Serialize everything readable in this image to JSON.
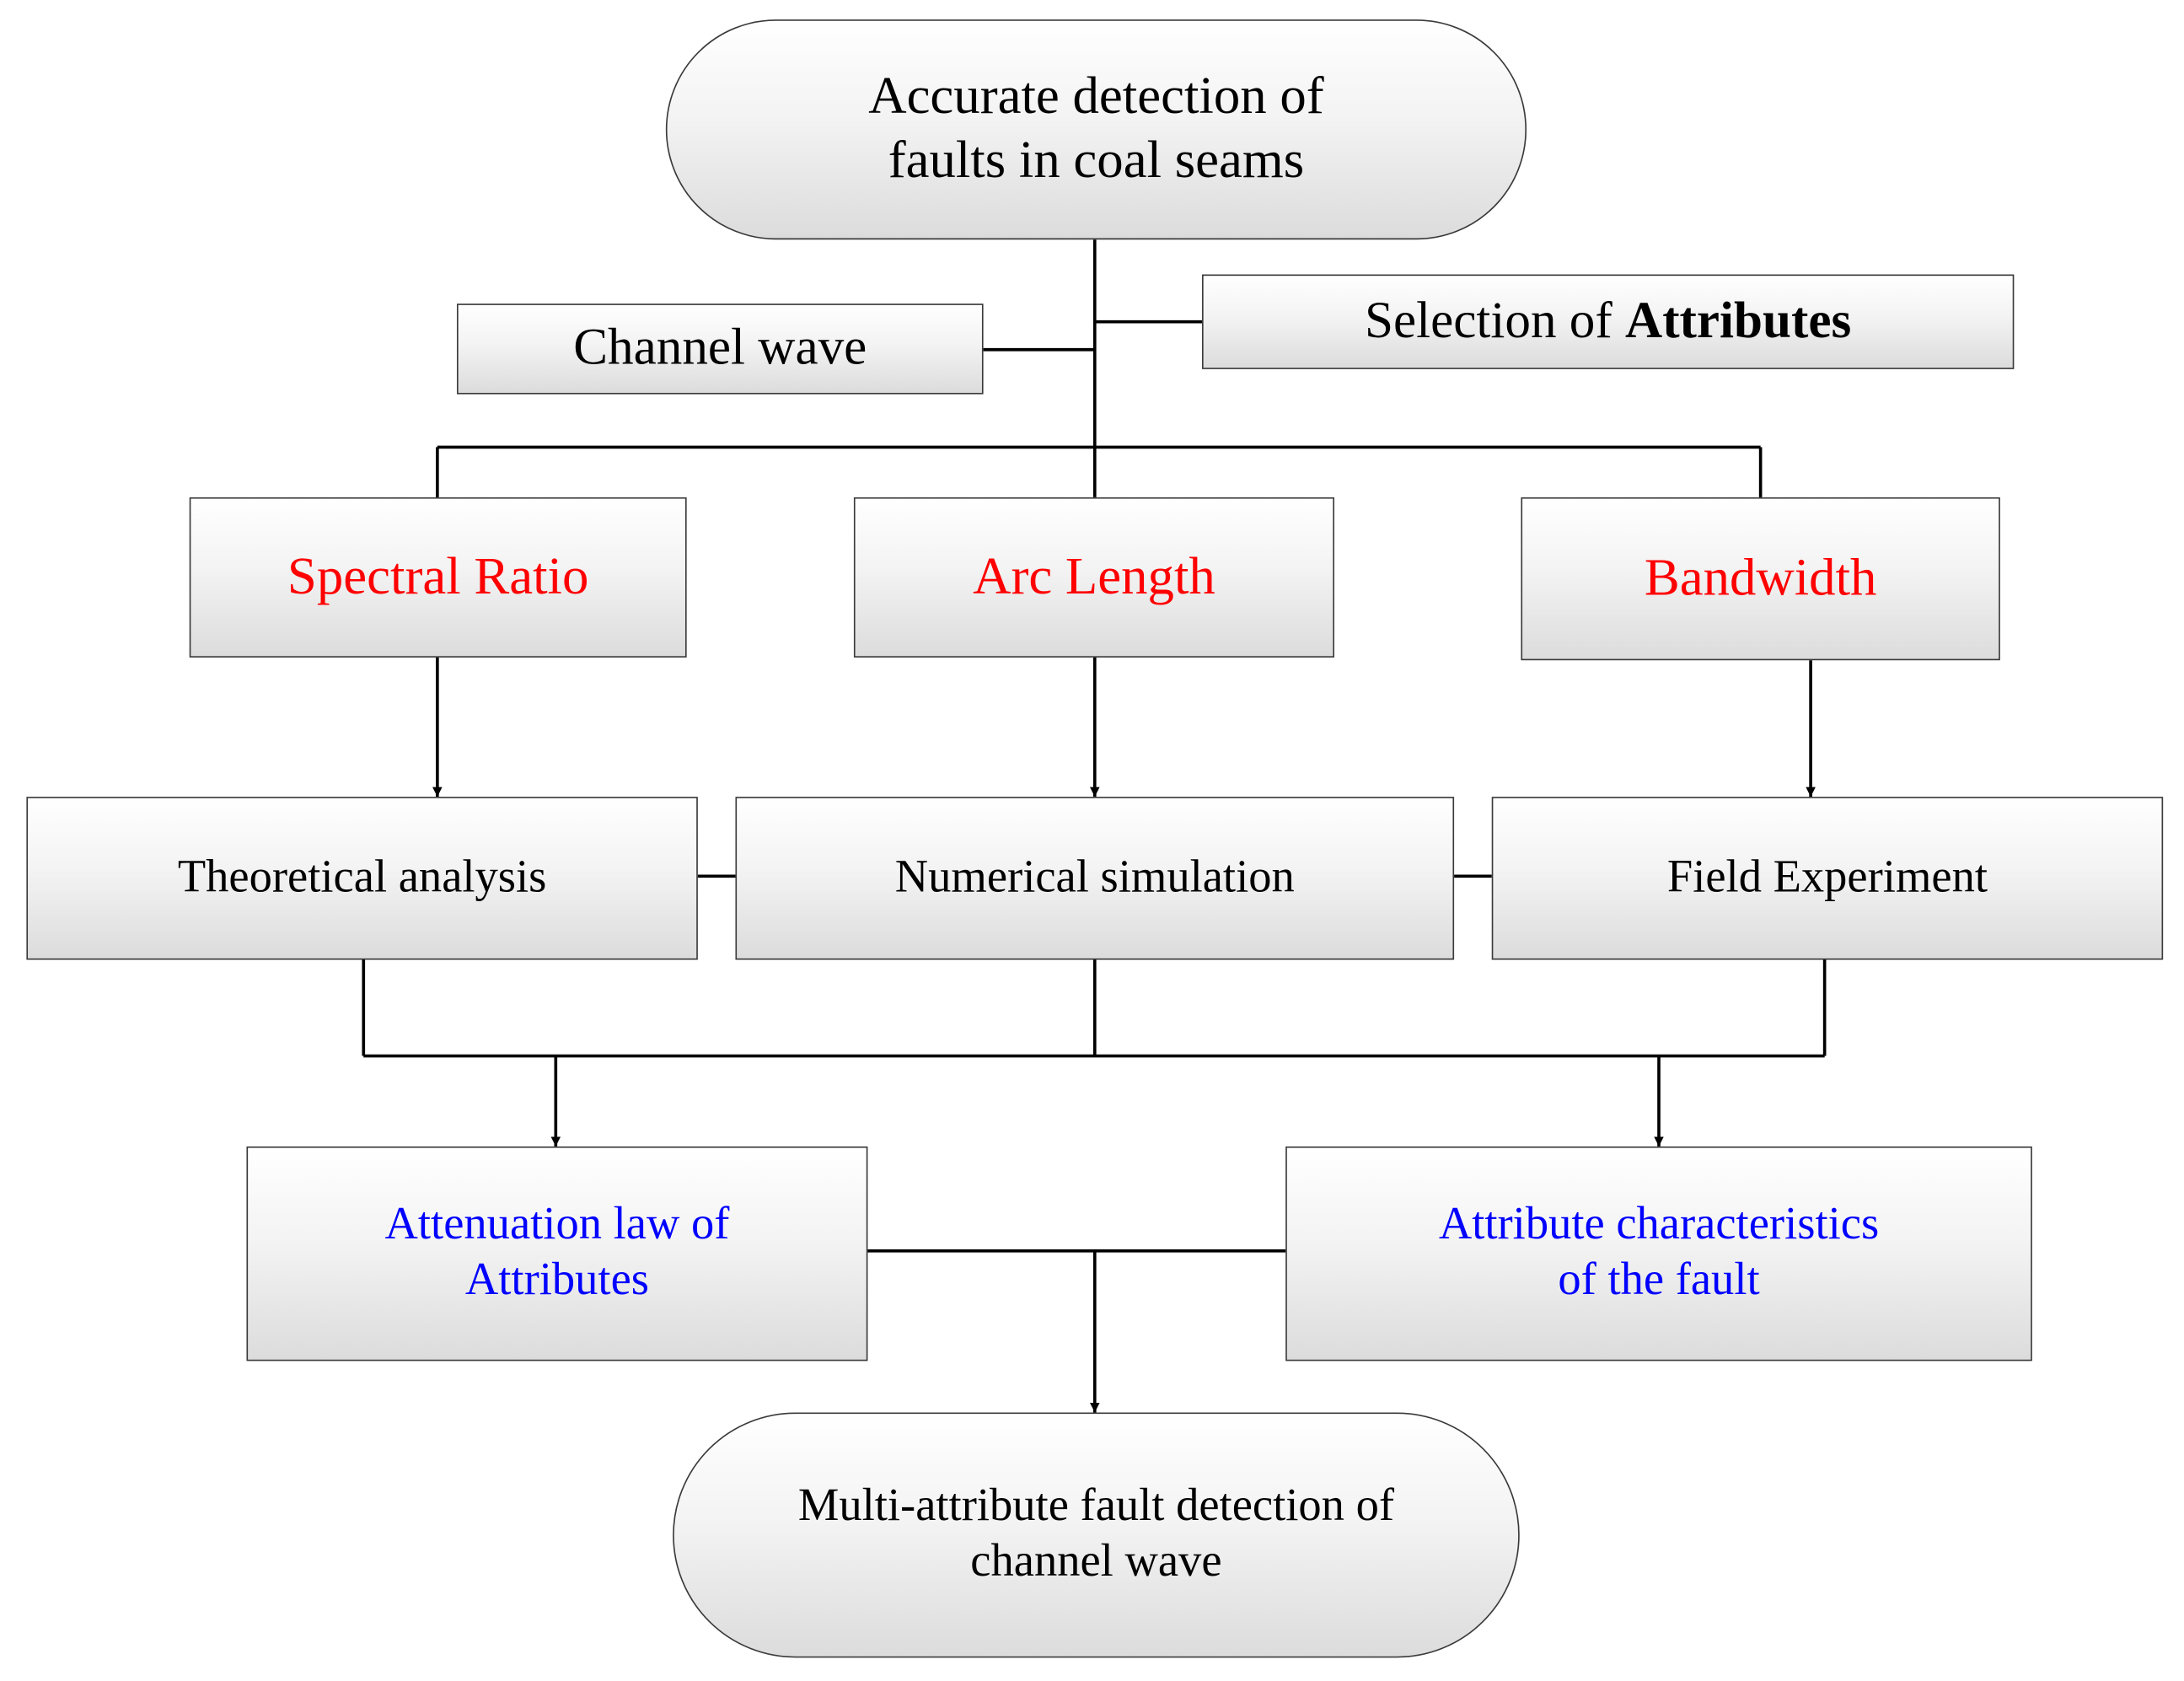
{
  "nodes": {
    "start": {
      "line1": "Accurate detection of",
      "line2": "faults in coal seams"
    },
    "channel_wave": "Channel wave",
    "selection": {
      "prefix": "Selection of ",
      "bold": "Attributes"
    },
    "attributes": {
      "spectral_ratio": "Spectral Ratio",
      "arc_length": "Arc Length",
      "bandwidth": "Bandwidth"
    },
    "methods": {
      "theoretical": "Theoretical analysis",
      "numerical": "Numerical simulation",
      "field": "Field Experiment"
    },
    "results": {
      "attenuation": {
        "line1": "Attenuation law of",
        "line2": "Attributes"
      },
      "characteristics": {
        "line1": "Attribute characteristics",
        "line2": "of the fault"
      }
    },
    "end": {
      "line1": "Multi-attribute fault detection of",
      "line2": "channel wave"
    }
  },
  "colors": {
    "attribute_text": "#ff0000",
    "result_text": "#0000ff",
    "default_text": "#000000",
    "line": "#000000"
  }
}
